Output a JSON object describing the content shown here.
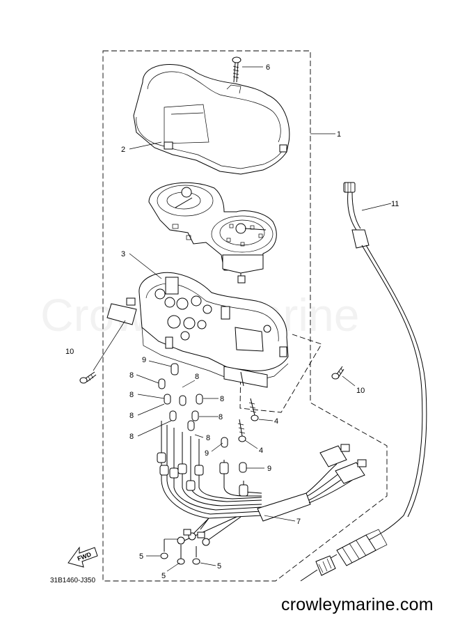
{
  "watermark_text": "Crowley Marine",
  "site_url": "crowleymarine.com",
  "diagram_code": "31B1460-J350",
  "fwd_label": "FWD",
  "callouts": {
    "c1": "1",
    "c2": "2",
    "c3": "3",
    "c4a": "4",
    "c4b": "4",
    "c5a": "5",
    "c5b": "5",
    "c5c": "5",
    "c6": "6",
    "c7": "7",
    "c8a": "8",
    "c8b": "8",
    "c8c": "8",
    "c8d": "8",
    "c8e": "8",
    "c8f": "8",
    "c8g": "8",
    "c8h": "8",
    "c9a": "9",
    "c9b": "9",
    "c9c": "9",
    "c10a": "10",
    "c10b": "10",
    "c11": "11"
  }
}
